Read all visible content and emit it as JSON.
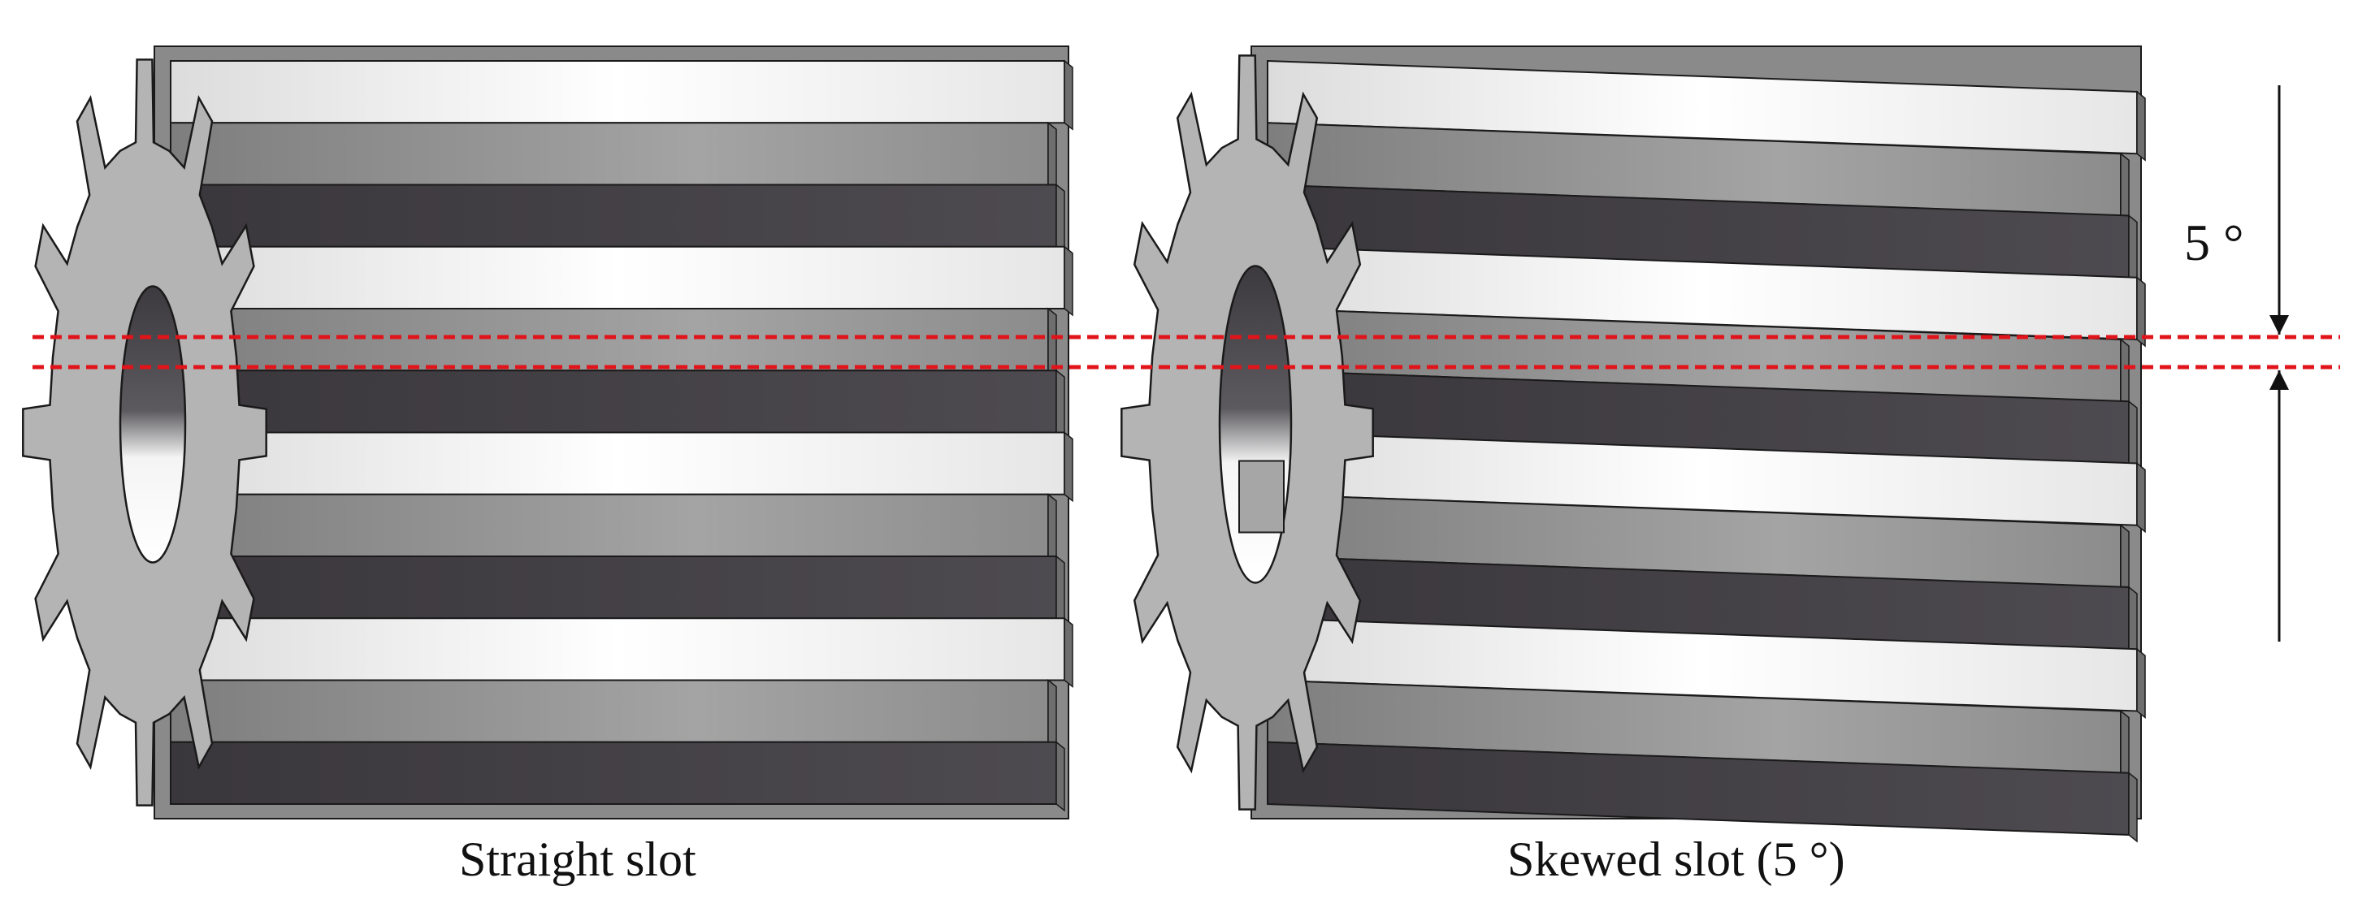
{
  "labels": {
    "straight_caption": "Straight slot",
    "skewed_caption": "Skewed slot (5 °)",
    "angle_marker": "5 °"
  },
  "colors": {
    "light_face": "#f2f2f2",
    "mid_face": "#9a9a9a",
    "dark_face": "#454247",
    "end_face": "#b4b4b4",
    "outline": "#1a1a1a",
    "reference_line": "#e0141a"
  },
  "rotors": [
    {
      "name": "straight-slot-rotor",
      "skew_deg": 0
    },
    {
      "name": "skewed-slot-rotor",
      "skew_deg": 5
    }
  ]
}
